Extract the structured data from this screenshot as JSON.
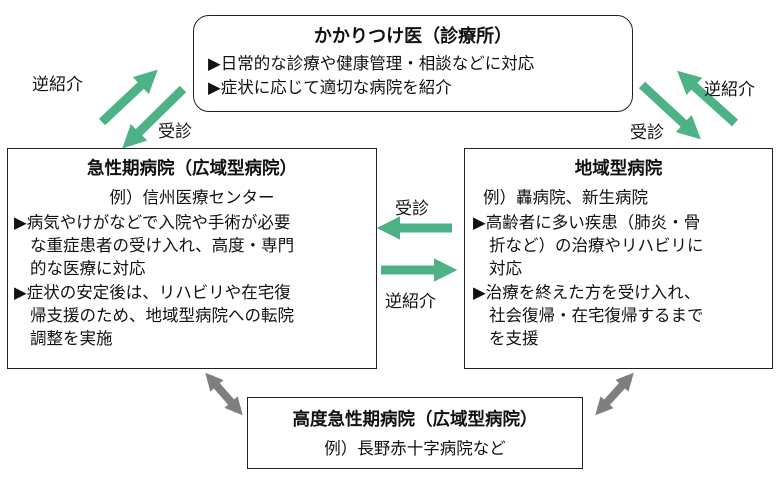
{
  "clinic": {
    "title": "かかりつけ医（診療所）",
    "lines": [
      "▶日常的な診療や健康管理・相談などに対応",
      "▶症状に応じて適切な病院を紹介"
    ]
  },
  "acute": {
    "title": "急性期病院（広域型病院）",
    "example": "例）信州医療センター",
    "lines": [
      "▶病気やけがなどで入院や手術が必要",
      "な重症患者の受け入れ、高度・専門",
      "的な医療に対応",
      "▶症状の安定後は、リハビリや在宅復",
      "帰支援のため、地域型病院への転院",
      "調整を実施"
    ]
  },
  "regional": {
    "title": "地域型病院",
    "example": "例）轟病院、新生病院",
    "lines": [
      "▶高齢者に多い疾患（肺炎・骨",
      "折など）の治療やリハビリに",
      "対応",
      "▶治療を終えた方を受け入れ、",
      "社会復帰・在宅復帰するまで",
      "を支援"
    ]
  },
  "advanced": {
    "title": "高度急性期病院（広域型病院）",
    "example": "例）長野赤十字病院など"
  },
  "arrow_labels": {
    "left_reverse": "逆紹介",
    "left_visit": "受診",
    "right_reverse": "逆紹介",
    "right_visit": "受診",
    "mid_visit": "受診",
    "mid_reverse": "逆紹介"
  },
  "colors": {
    "green_arrow": "#4db386",
    "gray_arrow": "#7f7f7f"
  }
}
